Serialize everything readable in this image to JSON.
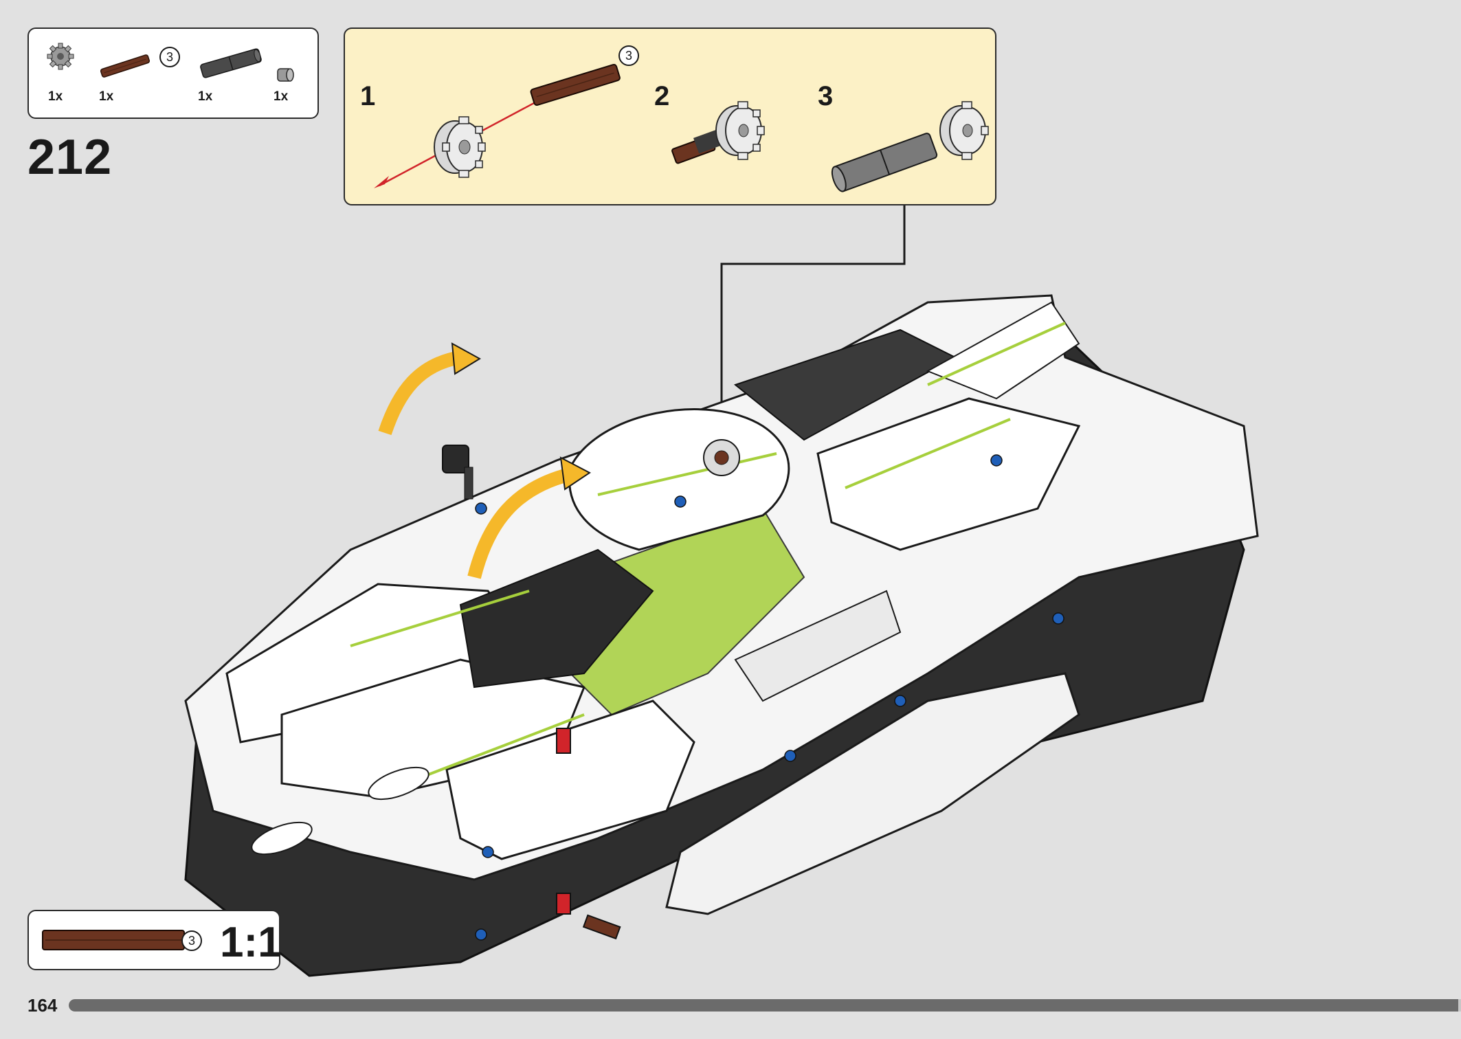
{
  "step_number": "212",
  "page_number": "164",
  "progress": 0.998,
  "parts_list": {
    "items": [
      {
        "part": "gear-12-tooth-light-gray",
        "qty": "1x"
      },
      {
        "part": "axle-3-reddish-brown",
        "qty": "1x",
        "badge": "3"
      },
      {
        "part": "axle-connector-dark-gray",
        "qty": "1x"
      },
      {
        "part": "bush-light-gray",
        "qty": "1x"
      }
    ]
  },
  "subassembly": {
    "badge": "3",
    "steps": [
      "1",
      "2",
      "3"
    ]
  },
  "scale_check": {
    "badge": "3",
    "label": "1:1"
  },
  "colors": {
    "page_bg": "#e1e1e1",
    "subassembly_bg": "#fcf1c6",
    "axle_brown": "#6b3420",
    "arrow_yellow": "#f5b82a",
    "insert_red": "#d1242a",
    "accent_lime": "#a6cf3c"
  },
  "icons": [
    "gear-icon",
    "axle-icon",
    "connector-icon",
    "bush-icon",
    "assembly-arrow-icon",
    "rotation-arrow-icon",
    "callout-line"
  ]
}
